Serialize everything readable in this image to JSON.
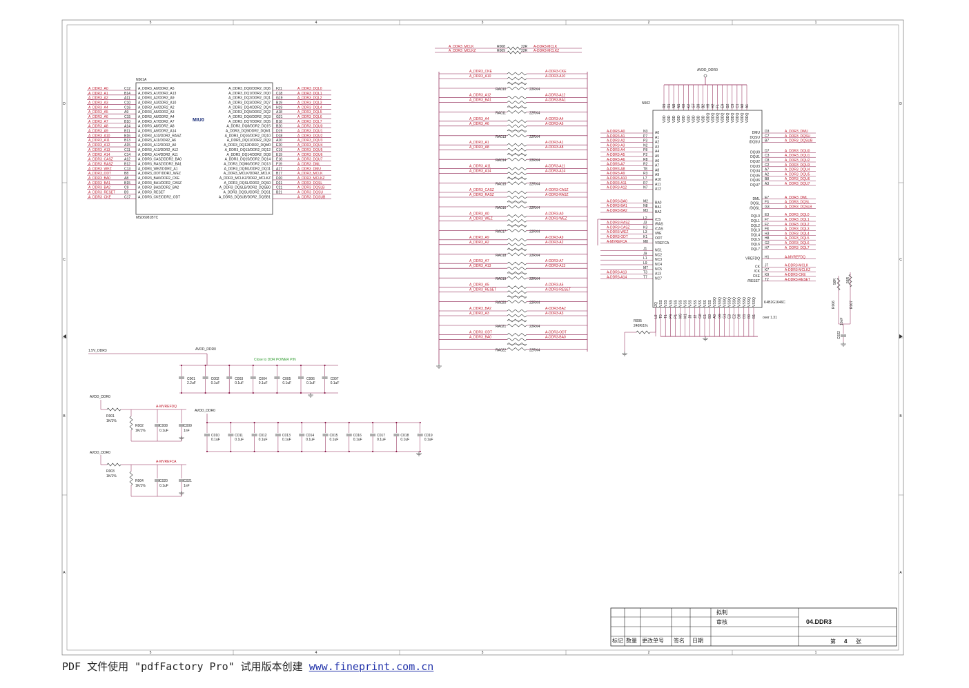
{
  "sheet": {
    "zone_cols_top": [
      "5",
      "4",
      "3",
      "2",
      "1"
    ],
    "zone_rows": [
      "D",
      "C",
      "B",
      "A"
    ],
    "title": "04.DDR3",
    "title_block": {
      "drawn_label": "拟制",
      "review_label": "审核",
      "mark_label": "标记",
      "qty_label": "数量",
      "change_no_label": "更改单号",
      "sign_label": "签名",
      "date_label": "日期",
      "page_prefix": "第",
      "page_number": "4",
      "page_suffix": "张"
    }
  },
  "miu": {
    "ref": "N501A",
    "part": "MSD6981BTC",
    "label": "MIU0",
    "left_pins": [
      {
        "net": "A_DDR3_A0",
        "ball": "C12",
        "name": "A_DDR3_A0/DDR2_A5"
      },
      {
        "net": "A_DDR3_A1",
        "ball": "B14",
        "name": "A_DDR3_A1/DDR2_A13"
      },
      {
        "net": "A_DDR3_A2",
        "ball": "A11",
        "name": "A_DDR3_A2/DDR2_A9"
      },
      {
        "net": "A_DDR3_A3",
        "ball": "C10",
        "name": "A_DDR3_A3/DDR2_A10"
      },
      {
        "net": "A_DDR3_A4",
        "ball": "C16",
        "name": "A_DDR3_A4/DDR2_A2"
      },
      {
        "net": "A_DDR3_A5",
        "ball": "A9",
        "name": "A_DDR3_A5/DDR2_A3"
      },
      {
        "net": "A_DDR3_A6",
        "ball": "C15",
        "name": "A_DDR3_A6/DDR2_A4"
      },
      {
        "net": "A_DDR3_A7",
        "ball": "B10",
        "name": "A_DDR3_A7/DDR2_A7"
      },
      {
        "net": "A_DDR3_A8",
        "ball": "A14",
        "name": "A_DDR3_A8/DDR2_A8"
      },
      {
        "net": "A_DDR3_A9",
        "ball": "B11",
        "name": "A_DDR3_A9/DDR2_A14"
      },
      {
        "net": "A_DDR3_A10",
        "ball": "B16",
        "name": "A_DDR3_A10/DDR2_RASZ"
      },
      {
        "net": "A_DDR3_A11",
        "ball": "B13",
        "name": "A_DDR3_A11/DDR2_A6"
      },
      {
        "net": "A_DDR3_A12",
        "ball": "A15",
        "name": "A_DDR3_A12/DDR2_A0"
      },
      {
        "net": "A_DDR3_A13",
        "ball": "C11",
        "name": "A_DDR3_A13/DDR2_A12"
      },
      {
        "net": "A_DDR3_A14",
        "ball": "C14",
        "name": "A_DDR3_A14/DDR2_A11"
      },
      {
        "net": "A_DDR3_CASZ",
        "ball": "A12",
        "name": "A_DDR3_CASZ/DDR2_BA0"
      },
      {
        "net": "A_DDR3_RASZ",
        "ball": "B12",
        "name": "A_DDR3_RASZ/DDR2_BA1"
      },
      {
        "net": "A_DDR3_WEZ",
        "ball": "C13",
        "name": "A_DDR3_WEZ/DDR2_A1"
      },
      {
        "net": "A_DDR3_ODT",
        "ball": "B8",
        "name": "A_DDR3_ODT/DDR2_WEZ"
      },
      {
        "net": "A_DDR3_BA0",
        "ball": "A8",
        "name": "A_DDR3_BA0/DDR2_CKE"
      },
      {
        "net": "A_DDR3_BA1",
        "ball": "B15",
        "name": "A_DDR3_BA1/DDR2_CASZ"
      },
      {
        "net": "A_DDR3_BA2",
        "ball": "C9",
        "name": "A_DDR3_BA2/DDR2_BA2"
      },
      {
        "net": "A_DDR3_RESET",
        "ball": "B9",
        "name": "A_DDR3_RESET"
      },
      {
        "net": "A_DDR3_CKE",
        "ball": "C17",
        "name": "A_DDR3_CKE/DDR2_ODT"
      }
    ],
    "right_pins": [
      {
        "name": "A_DDR3_DQ0/DDR2_DQ6",
        "ball": "F21",
        "net": "A_DDR3_DQL0"
      },
      {
        "name": "A_DDR3_DQ1/DDR2_DQ0",
        "ball": "C18",
        "net": "A_DDR3_DQL1"
      },
      {
        "name": "A_DDR3_DQ2/DDR2_DQ1",
        "ball": "G19",
        "net": "A_DDR3_DQL2"
      },
      {
        "name": "A_DDR3_DQ3/DDR2_DQ7",
        "ball": "B19",
        "net": "A_DDR3_DQL3"
      },
      {
        "name": "A_DDR3_DQ4/DDR2_DQ4",
        "ball": "H19",
        "net": "A_DDR3_DQL4"
      },
      {
        "name": "A_DDR3_DQ5/DDR2_DQ2",
        "ball": "A18",
        "net": "A_DDR3_DQL5"
      },
      {
        "name": "A_DDR3_DQ6/DDR2_DQ3",
        "ball": "G21",
        "net": "A_DDR3_DQL6"
      },
      {
        "name": "A_DDR3_DQ7/DDR2_DQ5",
        "ball": "B18",
        "net": "A_DDR3_DQL7"
      },
      {
        "name": "A_DDR3_DQ8/DDR2_DQ15",
        "ball": "B20",
        "net": "A_DDR3_DQU0"
      },
      {
        "name": "A_DDR3_DQ9/DDR2_DQM1",
        "ball": "D19",
        "net": "A_DDR3_DQU1"
      },
      {
        "name": "A_DDR3_DQ10/DDR2_DQ10",
        "ball": "D18",
        "net": "A_DDR3_DQU2"
      },
      {
        "name": "A_DDR3_DQ11/DDR2_DQ9",
        "ball": "A20",
        "net": "A_DDR3_DQU3"
      },
      {
        "name": "A_DDR3_DQ12/DDR2_DQM0",
        "ball": "E20",
        "net": "A_DDR3_DQU4"
      },
      {
        "name": "A_DDR3_DQ13/DDR2_DQ12",
        "ball": "C19",
        "net": "A_DDR3_DQU5"
      },
      {
        "name": "A_DDR3_DQ14/DDR2_DQ8",
        "ball": "E19",
        "net": "A_DDR3_DQU6"
      },
      {
        "name": "A_DDR3_DQ15/DDR2_DQ14",
        "ball": "E18",
        "net": "A_DDR3_DQU7"
      },
      {
        "name": "A_DDR3_DQM0/DDR2_DQ13",
        "ball": "F19",
        "net": "A_DDR3_DML"
      },
      {
        "name": "A_DDR3_DQM1/DDR2_DQ11",
        "ball": "A17",
        "net": "A_DDR3_DMU"
      },
      {
        "name": "A_DDR3_MCLK/DDR2_MCLK",
        "ball": "B17",
        "net": "A_DDR3_MCLK"
      },
      {
        "name": "A_DDR3_MCLKZ/DDR2_MCLKZ",
        "ball": "D20",
        "net": "A_DDR3_MCLKZ"
      },
      {
        "name": "A_DDR3_DQSL/DDR2_DQS0",
        "ball": "D21",
        "net": "A_DDR3_DQSL"
      },
      {
        "name": "A_DDR3_DQSLB/DDR2_DQSB0",
        "ball": "C21",
        "net": "A_DDR3_DQSLB"
      },
      {
        "name": "A_DDR3_DQSU/DDR2_DQS1",
        "ball": "B21",
        "net": "A_DDR3_DQSU"
      },
      {
        "name": "A_DDR3_DQSUB/DDR2_DQSB1",
        "ball": "",
        "net": "A_DDR3_DQSUB"
      }
    ]
  },
  "clock_resistors": [
    {
      "in": "A_DDR3_MCLK",
      "ref": "R008",
      "val": "22R",
      "out": "A-DDR3-MCLK"
    },
    {
      "in": "A_DDR3_MCLKZ",
      "ref": "R009",
      "val": "22R",
      "out": "A-DDR3-MCLKZ"
    }
  ],
  "resistor_arrays": [
    {
      "ref": "RA010",
      "val": "22RX4",
      "rows": [
        [
          "A_DDR3_CKE",
          "A-DDR3-CKE"
        ],
        [
          "A_DDR3_A10",
          "A-DDR3-A10"
        ]
      ]
    },
    {
      "ref": "RA011",
      "val": "22RX4",
      "rows": [
        [
          "A_DDR3_A12",
          "A-DDR3-A12"
        ],
        [
          "A_DDR3_BA1",
          "A-DDR3-BA1"
        ]
      ]
    },
    {
      "ref": "RA013",
      "val": "22RX4",
      "rows": [
        [
          "A_DDR3_A4",
          "A-DDR3-A4"
        ],
        [
          "A_DDR3_A6",
          "A-DDR3-A6"
        ]
      ]
    },
    {
      "ref": "RA014",
      "val": "22RX4",
      "rows": [
        [
          "A_DDR3_A1",
          "A-DDR3-A1"
        ],
        [
          "A_DDR3_A8",
          "A-DDR3-A8"
        ]
      ]
    },
    {
      "ref": "RA015",
      "val": "22RX4",
      "rows": [
        [
          "A_DDR3_A11",
          "A-DDR3-A11"
        ],
        [
          "A_DDR3_A14",
          "A-DDR3-A14"
        ]
      ]
    },
    {
      "ref": "RA016",
      "val": "22RX4",
      "rows": [
        [
          "A_DDR3_CASZ",
          "A-DDR3-CASZ"
        ],
        [
          "A_DDR3_RASZ",
          "A-DDR3-RASZ"
        ]
      ]
    },
    {
      "ref": "RA017",
      "val": "22RX4",
      "rows": [
        [
          "A_DDR3_A0",
          "A-DDR3-A0"
        ],
        [
          "A_DDR3_WEZ",
          "A-DDR3-WEZ"
        ]
      ]
    },
    {
      "ref": "RA018",
      "val": "22RX4",
      "rows": [
        [
          "A_DDR3_A9",
          "A-DDR3-A9"
        ],
        [
          "A_DDR3_A2",
          "A-DDR3-A2"
        ]
      ]
    },
    {
      "ref": "RA019",
      "val": "22RX4",
      "rows": [
        [
          "A_DDR3_A7",
          "A-DDR3-A7"
        ],
        [
          "A_DDR3_A13",
          "A-DDR3-A13"
        ]
      ]
    },
    {
      "ref": "RA020",
      "val": "22RX4",
      "rows": [
        [
          "A_DDR3_A5",
          "A-DDR3-A5"
        ],
        [
          "A_DDR3_RESET",
          "A-DDR3-RESET"
        ]
      ]
    },
    {
      "ref": "RA021",
      "val": "22RX4",
      "rows": [
        [
          "A_DDR3_BA2",
          "A-DDR3-BA2"
        ],
        [
          "A_DDR3_A3",
          "A-DDR3-A3"
        ]
      ]
    },
    {
      "ref": "RA022",
      "val": "22RX4",
      "rows": [
        [
          "A_DDR3_ODT",
          "A-DDR3-ODT"
        ],
        [
          "A_DDR3_BA0",
          "A-DDR3-BA0"
        ]
      ]
    }
  ],
  "ddr": {
    "ref": "N502",
    "part": "K4B2G1646C",
    "power_net": "AVDD_DDR0",
    "top_pins": [
      "R9",
      "R1",
      "N9",
      "N1",
      "K8",
      "K2",
      "G7",
      "D9",
      "B2",
      "H9",
      "H2",
      "F1",
      "E9",
      "D2",
      "C9",
      "C1",
      "A8",
      "A1"
    ],
    "top_names": [
      "VDD",
      "VDD",
      "VDD",
      "VDD",
      "VDD",
      "VDD",
      "VDD",
      "VDD",
      "VDD",
      "VDDQ",
      "VDDQ",
      "VDDQ",
      "VDDQ",
      "VDDQ",
      "VDDQ",
      "VDDQ",
      "VDDQ",
      "VDDQ"
    ],
    "left_pins": [
      {
        "net": "A-DDR3-A0",
        "ball": "N3",
        "name": "A0"
      },
      {
        "net": "A-DDR3-A1",
        "ball": "P7",
        "name": "A1"
      },
      {
        "net": "A-DDR3-A2",
        "ball": "P3",
        "name": "A2"
      },
      {
        "net": "A-DDR3-A3",
        "ball": "N2",
        "name": "A3"
      },
      {
        "net": "A-DDR3-A4",
        "ball": "P8",
        "name": "A4"
      },
      {
        "net": "A-DDR3-A5",
        "ball": "P2",
        "name": "A5"
      },
      {
        "net": "A-DDR3-A6",
        "ball": "R8",
        "name": "A6"
      },
      {
        "net": "A-DDR3-A7",
        "ball": "R2",
        "name": "A7"
      },
      {
        "net": "A-DDR3-A8",
        "ball": "T8",
        "name": "A8"
      },
      {
        "net": "A-DDR3-A9",
        "ball": "R3",
        "name": "A9"
      },
      {
        "net": "A-DDR3-A10",
        "ball": "L7",
        "name": "A10"
      },
      {
        "net": "A-DDR3-A11",
        "ball": "R7",
        "name": "A11"
      },
      {
        "net": "A-DDR3-A12",
        "ball": "N7",
        "name": "A12"
      },
      {
        "net": "A-DDR3-BA0",
        "ball": "M2",
        "name": "BA0"
      },
      {
        "net": "A-DDR3-BA1",
        "ball": "N8",
        "name": "BA1"
      },
      {
        "net": "A-DDR3-BA2",
        "ball": "M3",
        "name": "BA2"
      },
      {
        "net": "",
        "ball": "L2",
        "name": "/CS"
      },
      {
        "net": "A-DDR3-RASZ",
        "ball": "J3",
        "name": "/RAS"
      },
      {
        "net": "A-DDR3-CASZ",
        "ball": "K3",
        "name": "/CAS"
      },
      {
        "net": "A-DDR3-WEZ",
        "ball": "L3",
        "name": "/WE"
      },
      {
        "net": "A-DDR3-ODT",
        "ball": "K1",
        "name": "ODT"
      },
      {
        "net": "A-MVREFCA",
        "ball": "M8",
        "name": "VREFCA"
      },
      {
        "net": "",
        "ball": "J1",
        "name": "NC1"
      },
      {
        "net": "",
        "ball": "J9",
        "name": "NC2"
      },
      {
        "net": "",
        "ball": "L1",
        "name": "NC3"
      },
      {
        "net": "",
        "ball": "L9",
        "name": "NC4"
      },
      {
        "net": "",
        "ball": "M7",
        "name": "NC5"
      },
      {
        "net": "A-DDR3-A13",
        "ball": "T3",
        "name": "A13"
      },
      {
        "net": "A-DDR3-A14",
        "ball": "T7",
        "name": "NC7"
      }
    ],
    "right_pins": [
      {
        "name": "DMU",
        "ball": "D3",
        "net": "A_DDR3_DMU"
      },
      {
        "name": "DQSU",
        "ball": "C7",
        "net": "A_DDR3_DQSU"
      },
      {
        "name": "/DQSU",
        "ball": "B7",
        "net": "A_DDR3_DQSUB"
      },
      {
        "name": "DQU0",
        "ball": "D7",
        "net": "A_DDR3_DQU0"
      },
      {
        "name": "DQU1",
        "ball": "C3",
        "net": "A_DDR3_DQU1"
      },
      {
        "name": "DQU2",
        "ball": "C8",
        "net": "A_DDR3_DQU2"
      },
      {
        "name": "DQU3",
        "ball": "C2",
        "net": "A_DDR3_DQU3"
      },
      {
        "name": "DQU4",
        "ball": "A7",
        "net": "A_DDR3_DQU4"
      },
      {
        "name": "DQU5",
        "ball": "A2",
        "net": "A_DDR3_DQU5"
      },
      {
        "name": "DQU6",
        "ball": "B8",
        "net": "A_DDR3_DQU6"
      },
      {
        "name": "DQU7",
        "ball": "A3",
        "net": "A_DDR3_DQU7"
      },
      {
        "name": "DML",
        "ball": "E7",
        "net": "A_DDR3_DML"
      },
      {
        "name": "DQSL",
        "ball": "F3",
        "net": "A_DDR3_DQSL"
      },
      {
        "name": "/DQSL",
        "ball": "G3",
        "net": "A_DDR3_DQSLB"
      },
      {
        "name": "DQL0",
        "ball": "E3",
        "net": "A_DDR3_DQL0"
      },
      {
        "name": "DQL1",
        "ball": "F7",
        "net": "A_DDR3_DQL1"
      },
      {
        "name": "DQL2",
        "ball": "F2",
        "net": "A_DDR3_DQL2"
      },
      {
        "name": "DQL3",
        "ball": "F8",
        "net": "A_DDR3_DQL3"
      },
      {
        "name": "DQL4",
        "ball": "H3",
        "net": "A_DDR3_DQL4"
      },
      {
        "name": "DQL5",
        "ball": "H8",
        "net": "A_DDR3_DQL5"
      },
      {
        "name": "DQL6",
        "ball": "G2",
        "net": "A_DDR3_DQL6"
      },
      {
        "name": "DQL7",
        "ball": "H7",
        "net": "A_DDR3_DQL7"
      },
      {
        "name": "VREFDQ",
        "ball": "H1",
        "net": "A-MVREFDQ"
      },
      {
        "name": "CK",
        "ball": "J7",
        "net": "A-DDR3-MCLK"
      },
      {
        "name": "/CK",
        "ball": "K7",
        "net": "A-DDR3-MCLKZ"
      },
      {
        "name": "CKE",
        "ball": "K9",
        "net": "A-DDR3-CKE"
      },
      {
        "name": "/RESET",
        "ball": "T2",
        "net": "A-DDR3-RESET"
      }
    ],
    "bottom_names": [
      "ZQ",
      "VSS",
      "VSS",
      "VSS",
      "VSS",
      "VSS",
      "VSS",
      "VSS",
      "VSS",
      "VSS",
      "VSS",
      "VSS",
      "VSSQ",
      "VSSQ",
      "VSSQ",
      "VSSQ",
      "VSSQ",
      "VSSQ",
      "VSSQ",
      "VSSQ",
      "VSSQ"
    ],
    "bottom_pins": [
      "L8",
      "T9",
      "T1",
      "P9",
      "P1",
      "M9",
      "M1",
      "J8",
      "J2",
      "G8",
      "E1",
      "B3",
      "A9",
      "G9",
      "G1",
      "E8",
      "E2",
      "D8",
      "D1",
      "B9",
      "B1"
    ],
    "note": "over 1.31"
  },
  "zq": {
    "ref": "R005",
    "val": "240R/1%"
  },
  "clk_term": [
    {
      "ref": "R006",
      "val": "56R"
    },
    {
      "ref": "R007",
      "val": "56R"
    },
    {
      "ref": "C022",
      "val": "10nF"
    }
  ],
  "decoupling": {
    "rail_in": "1.5V_DDR3",
    "rail": "AVDD_DDR0",
    "note": "Close to DDR POWER PIN",
    "row1": [
      {
        "ref": "C001",
        "val": "2.2uF"
      },
      {
        "ref": "C002",
        "val": "0.1uF"
      },
      {
        "ref": "C003",
        "val": "0.1uF"
      },
      {
        "ref": "C004",
        "val": "0.1uF"
      },
      {
        "ref": "C005",
        "val": "0.1uF"
      },
      {
        "ref": "C006",
        "val": "0.1uF"
      },
      {
        "ref": "C007",
        "val": "0.1uF"
      }
    ],
    "row2_rail": "AVDD_DDR0",
    "row2": [
      {
        "ref": "C010",
        "val": "0.1uF"
      },
      {
        "ref": "C011",
        "val": "0.1uF"
      },
      {
        "ref": "C012",
        "val": "0.1uF"
      },
      {
        "ref": "C013",
        "val": "0.1uF"
      },
      {
        "ref": "C014",
        "val": "0.1uF"
      },
      {
        "ref": "C015",
        "val": "0.1uF"
      },
      {
        "ref": "C016",
        "val": "0.1uF"
      },
      {
        "ref": "C017",
        "val": "0.1uF"
      },
      {
        "ref": "C018",
        "val": "0.1uF"
      },
      {
        "ref": "C019",
        "val": "0.1uF"
      }
    ]
  },
  "vref": [
    {
      "rail": "AVDD_DDR0",
      "net": "A-MVREFDQ",
      "r_top": {
        "ref": "R001",
        "val": "1K/1%"
      },
      "r_bot": {
        "ref": "R002",
        "val": "1K/1%"
      },
      "c1": {
        "ref": "C008",
        "val": "0.1uF"
      },
      "c2": {
        "ref": "C009",
        "val": "1nF"
      }
    },
    {
      "rail": "AVDD_DDR0",
      "net": "A-MVREFCA",
      "r_top": {
        "ref": "R003",
        "val": "1K/1%"
      },
      "r_bot": {
        "ref": "R004",
        "val": "1K/1%"
      },
      "c1": {
        "ref": "C020",
        "val": "0.1uF"
      },
      "c2": {
        "ref": "C021",
        "val": "1nF"
      }
    }
  ],
  "footer": {
    "text": "PDF 文件使用 \"pdfFactory Pro\" 试用版本创建 ",
    "link": "www.fineprint.com.cn"
  }
}
